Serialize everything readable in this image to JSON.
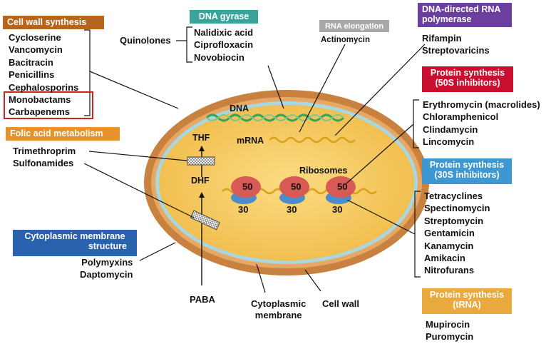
{
  "categories": {
    "cell_wall": {
      "title": "Cell wall synthesis",
      "color": "#b5651d",
      "drugs": [
        "Cycloserine",
        "Vancomycin",
        "Bacitracin",
        "Penicillins",
        "Cephalosporins",
        "Monobactams",
        "Carbapenems"
      ],
      "highlighted": [
        "Monobactams",
        "Carbapenems"
      ],
      "highlight_color": "#d32020"
    },
    "dna_gyrase": {
      "title": "DNA gyrase",
      "color": "#3aa39a",
      "drugs": [
        "Nalidixic acid",
        "Ciprofloxacin",
        "Novobiocin"
      ],
      "group_label": "Quinolones"
    },
    "rna_elongation": {
      "title": "RNA elongation",
      "color": "#a9a9a9",
      "drugs": [
        "Actinomycin"
      ]
    },
    "dna_directed_rna_polymerase": {
      "title_lines": [
        "DNA-directed RNA",
        "polymerase"
      ],
      "color": "#6a3fa0",
      "drugs": [
        "Rifampin",
        "Streptovaricins"
      ]
    },
    "protein_50s": {
      "title_lines": [
        "Protein synthesis",
        "(50S inhibitors)"
      ],
      "color": "#c8102e",
      "drugs": [
        "Erythromycin (macrolides)",
        "Chloramphenicol",
        "Clindamycin",
        "Lincomycin"
      ]
    },
    "protein_30s": {
      "title_lines": [
        "Protein synthesis",
        "(30S inhibitors)"
      ],
      "color": "#3d97d3",
      "drugs": [
        "Tetracyclines",
        "Spectinomycin",
        "Streptomycin",
        "Gentamicin",
        "Kanamycin",
        "Amikacin",
        "Nitrofurans"
      ]
    },
    "protein_trna": {
      "title_lines": [
        "Protein synthesis",
        "(tRNA)"
      ],
      "color": "#eaa93d",
      "drugs": [
        "Mupirocin",
        "Puromycin"
      ]
    },
    "folic_acid": {
      "title": "Folic acid metabolism",
      "color": "#e8922a",
      "drugs": [
        "Trimethroprim",
        "Sulfonamides"
      ]
    },
    "membrane": {
      "title_lines": [
        "Cytoplasmic membrane",
        "structure"
      ],
      "color": "#2a62b0",
      "drugs": [
        "Polymyxins",
        "Daptomycin"
      ]
    }
  },
  "cell": {
    "dna_label": "DNA",
    "mrna_label": "mRNA",
    "ribosomes_label": "Ribosomes",
    "thf_label": "THF",
    "dhf_label": "DHF",
    "paba_label": "PABA",
    "cytoplasmic_membrane_lines": [
      "Cytoplasmic",
      "membrane"
    ],
    "cell_wall_label": "Cell wall",
    "large_subunit": "50",
    "small_subunit": "30",
    "colors": {
      "wall": "#c9813f",
      "membrane": "#a9d7e0",
      "cytoplasm": "#f7c95b",
      "dna": "#3aa35a",
      "mrna": "#d9a21a",
      "ribosome_large": "#d75a55",
      "ribosome_small": "#4c8dc9"
    }
  }
}
